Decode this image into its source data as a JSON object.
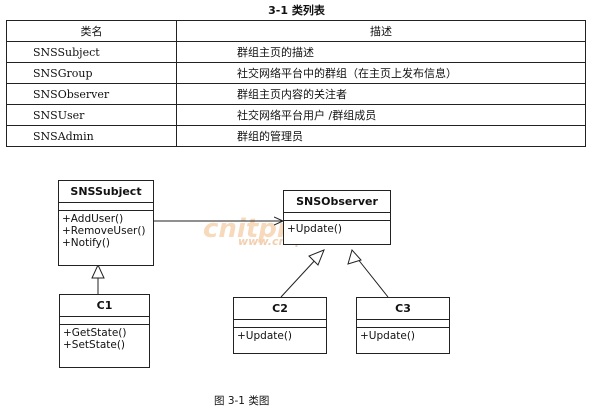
{
  "table": {
    "title": "3-1 类列表",
    "headers": [
      "类名",
      "描述"
    ],
    "rows": [
      {
        "name": "SNSSubject",
        "desc": "群组主页的描述"
      },
      {
        "name": "SNSGroup",
        "desc": "社交网络平台中的群组（在主页上发布信息）"
      },
      {
        "name": "SNSObserver",
        "desc": "群组主页内容的关注者"
      },
      {
        "name": "SNSUser",
        "desc": "社交网络平台用户 /群组成员"
      },
      {
        "name": "SNSAdmin",
        "desc": "群组的管理员"
      }
    ]
  },
  "diagram": {
    "classes": {
      "sns_subject": {
        "name": "SNSSubject",
        "ops": [
          "+AddUser()",
          "+RemoveUser()",
          "+Notify()"
        ]
      },
      "sns_observer": {
        "name": "SNSObserver",
        "ops": [
          "+Update()"
        ]
      },
      "c1": {
        "name": "C1",
        "ops": [
          "+GetState()",
          "+SetState()"
        ]
      },
      "c2": {
        "name": "C2",
        "ops": [
          "+Update()"
        ]
      },
      "c3": {
        "name": "C3",
        "ops": [
          "+Update()"
        ]
      }
    },
    "watermark": {
      "main": "cnitpm信管网",
      "url": "www.cnitpm.com"
    },
    "caption": "图 3-1   类图"
  }
}
